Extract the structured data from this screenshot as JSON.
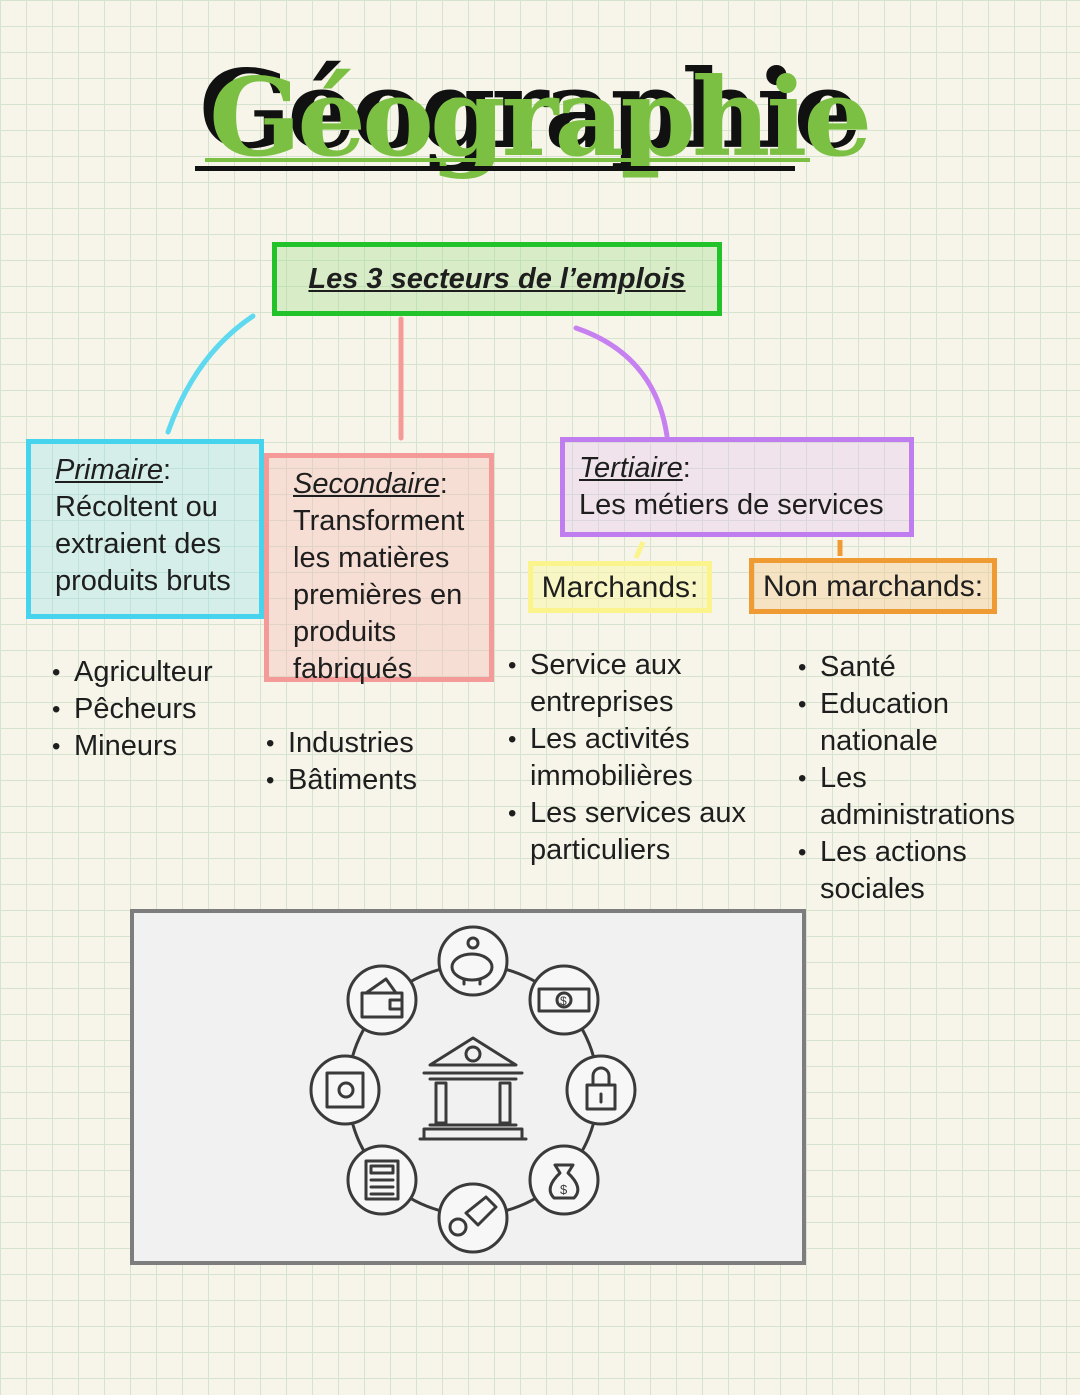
{
  "title": "Géographie",
  "header": "Les 3 secteurs de l’emplois",
  "primaire": {
    "label": "Primaire",
    "text": [
      "Récoltent ou",
      "extraient des",
      "produits bruts"
    ],
    "items": [
      "Agriculteur",
      "Pêcheurs",
      "Mineurs"
    ],
    "color": "#46d3ee"
  },
  "secondaire": {
    "label": "Secondaire",
    "text": [
      "Transforment",
      "les matières",
      "premières en",
      "produits",
      "fabriqués"
    ],
    "items": [
      "Industries",
      "Bâtiments"
    ],
    "color": "#f49a98"
  },
  "tertiaire": {
    "label": "Tertiaire",
    "text": "Les métiers de services",
    "color": "#c07df0",
    "marchands": {
      "label": "Marchands:",
      "items": [
        [
          "Service aux",
          "entreprises"
        ],
        [
          "Les activités",
          "immobilières"
        ],
        [
          "Les services aux",
          "particuliers"
        ]
      ],
      "color": "#fbf38b"
    },
    "non_marchands": {
      "label": "Non marchands:",
      "items": [
        [
          "Santé"
        ],
        [
          "Education",
          "nationale"
        ],
        [
          "Les",
          "administrations"
        ],
        [
          "Les actions",
          "sociales"
        ]
      ],
      "color": "#f09a33"
    }
  },
  "illustration": {
    "center_icon": "bank-icon",
    "icons": [
      "piggy-bank-icon",
      "banknote-icon",
      "padlock-icon",
      "money-bag-icon",
      "coin-hand-icon",
      "calculator-icon",
      "safe-icon",
      "wallet-icon"
    ]
  }
}
